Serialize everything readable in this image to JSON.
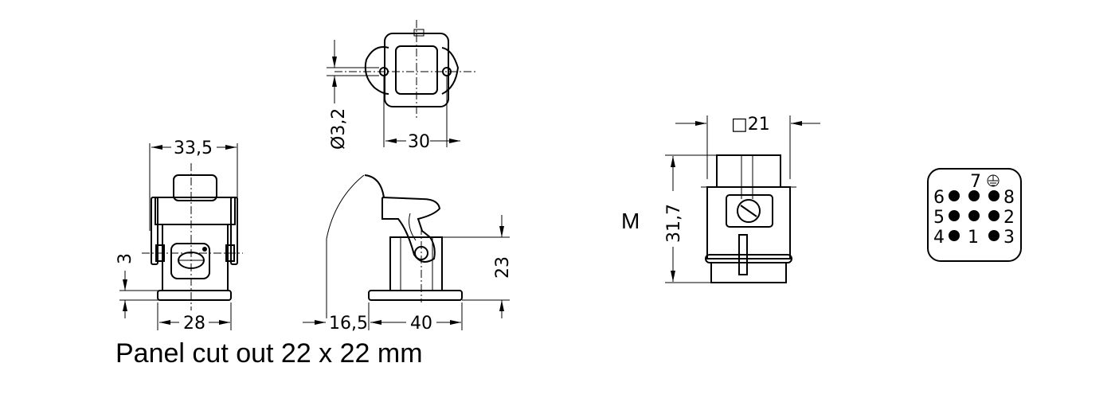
{
  "dimensions": {
    "front_width": "33,5",
    "front_base_width": "28",
    "front_base_height": "3",
    "top_hole_spacing": "30",
    "top_hole_diameter": "Ø3,2",
    "side_swing": "16,5",
    "side_base_length": "40",
    "side_height": "23",
    "insert_width": "□21",
    "insert_height": "31,7"
  },
  "insert_label": "M",
  "pin_layout": {
    "pins": [
      "1",
      "2",
      "3",
      "4",
      "5",
      "6",
      "7",
      "8"
    ],
    "ground_symbol": "earth-ground-icon"
  },
  "caption": "Panel cut out 22 x 22 mm"
}
